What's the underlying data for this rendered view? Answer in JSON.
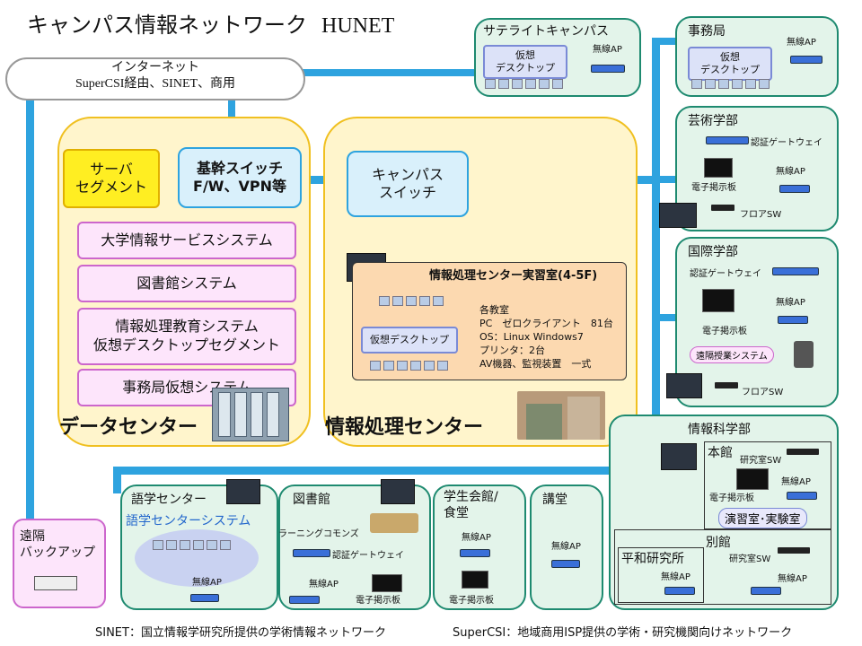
{
  "title": {
    "main": "キャンパス情報ネットワーク",
    "latin": "HUNET"
  },
  "internet": {
    "line1": "インターネット",
    "line2": "SuperCSI経由、SINET、商用"
  },
  "datacenter": {
    "server_segment": "サーバ\nセグメント",
    "core_switch": "基幹スイッチ\nF/W、VPN等",
    "systems": [
      "大学情報サービスシステム",
      "図書館システム",
      "情報処理教育システム\n仮想デスクトップセグメント",
      "事務局仮想システム"
    ],
    "label": "データセンター"
  },
  "info_center": {
    "campus_switch": "キャンパス\nスイッチ",
    "lab_title": "情報処理センター実習室(4-5F)",
    "vdesk": "仮想デスクトップ",
    "details": [
      "各教室",
      "PC　ゼロクライアント　81台",
      "OS：Linux Windows7",
      "プリンタ：2台",
      "AV機器、監視装置　一式"
    ],
    "label": "情報処理センター"
  },
  "satellite": {
    "title": "サテライトキャンパス",
    "vdesk": "仮想\nデスクトップ",
    "ap": "無線AP"
  },
  "jimukyoku": {
    "title": "事務局",
    "vdesk": "仮想\nデスクトップ",
    "ap": "無線AP"
  },
  "geijutsu": {
    "title": "芸術学部",
    "gateway": "認証ゲートウェイ",
    "ap": "無線AP",
    "signage": "電子掲示板",
    "floorsw": "フロアSW"
  },
  "kokusai": {
    "title": "国際学部",
    "gateway": "認証ゲートウェイ",
    "ap": "無線AP",
    "signage": "電子掲示板",
    "remote": "遠隔授業システム",
    "floorsw": "フロアSW"
  },
  "johokagaku": {
    "title": "情報科学部",
    "honkan": "本館",
    "lab_sw": "研究室SW",
    "ap": "無線AP",
    "signage": "電子掲示板",
    "exercise": "演習室･実験室",
    "bekkan": "別館",
    "heiwa": "平和研究所",
    "heiwa_ap": "無線AP",
    "bekkan_sw": "研究室SW",
    "bekkan_ap": "無線AP"
  },
  "backup": {
    "title": "遠隔\nバックアップ"
  },
  "gogaku": {
    "title": "語学センター",
    "system": "語学センターシステム",
    "ap": "無線AP"
  },
  "toshokan": {
    "title": "図書館",
    "commons": "ラーニングコモンズ",
    "gateway": "認証ゲートウェイ",
    "ap": "無線AP",
    "signage": "電子掲示板"
  },
  "gakusei": {
    "title": "学生会館/\n食堂",
    "ap": "無線AP",
    "signage": "電子掲示板"
  },
  "kodo": {
    "title": "講堂",
    "ap": "無線AP"
  },
  "footer": {
    "sinet": "SINET：国立情報学研究所提供の学術情報ネットワーク",
    "supercsi": "SuperCSI：地域商用ISP提供の学術・研究機関向けネットワーク"
  },
  "colors": {
    "line": "#2ea3df",
    "yellow_panel": "#fff5cc",
    "green_panel": "#e3f4ea",
    "pink_box": "#fde5fb"
  }
}
